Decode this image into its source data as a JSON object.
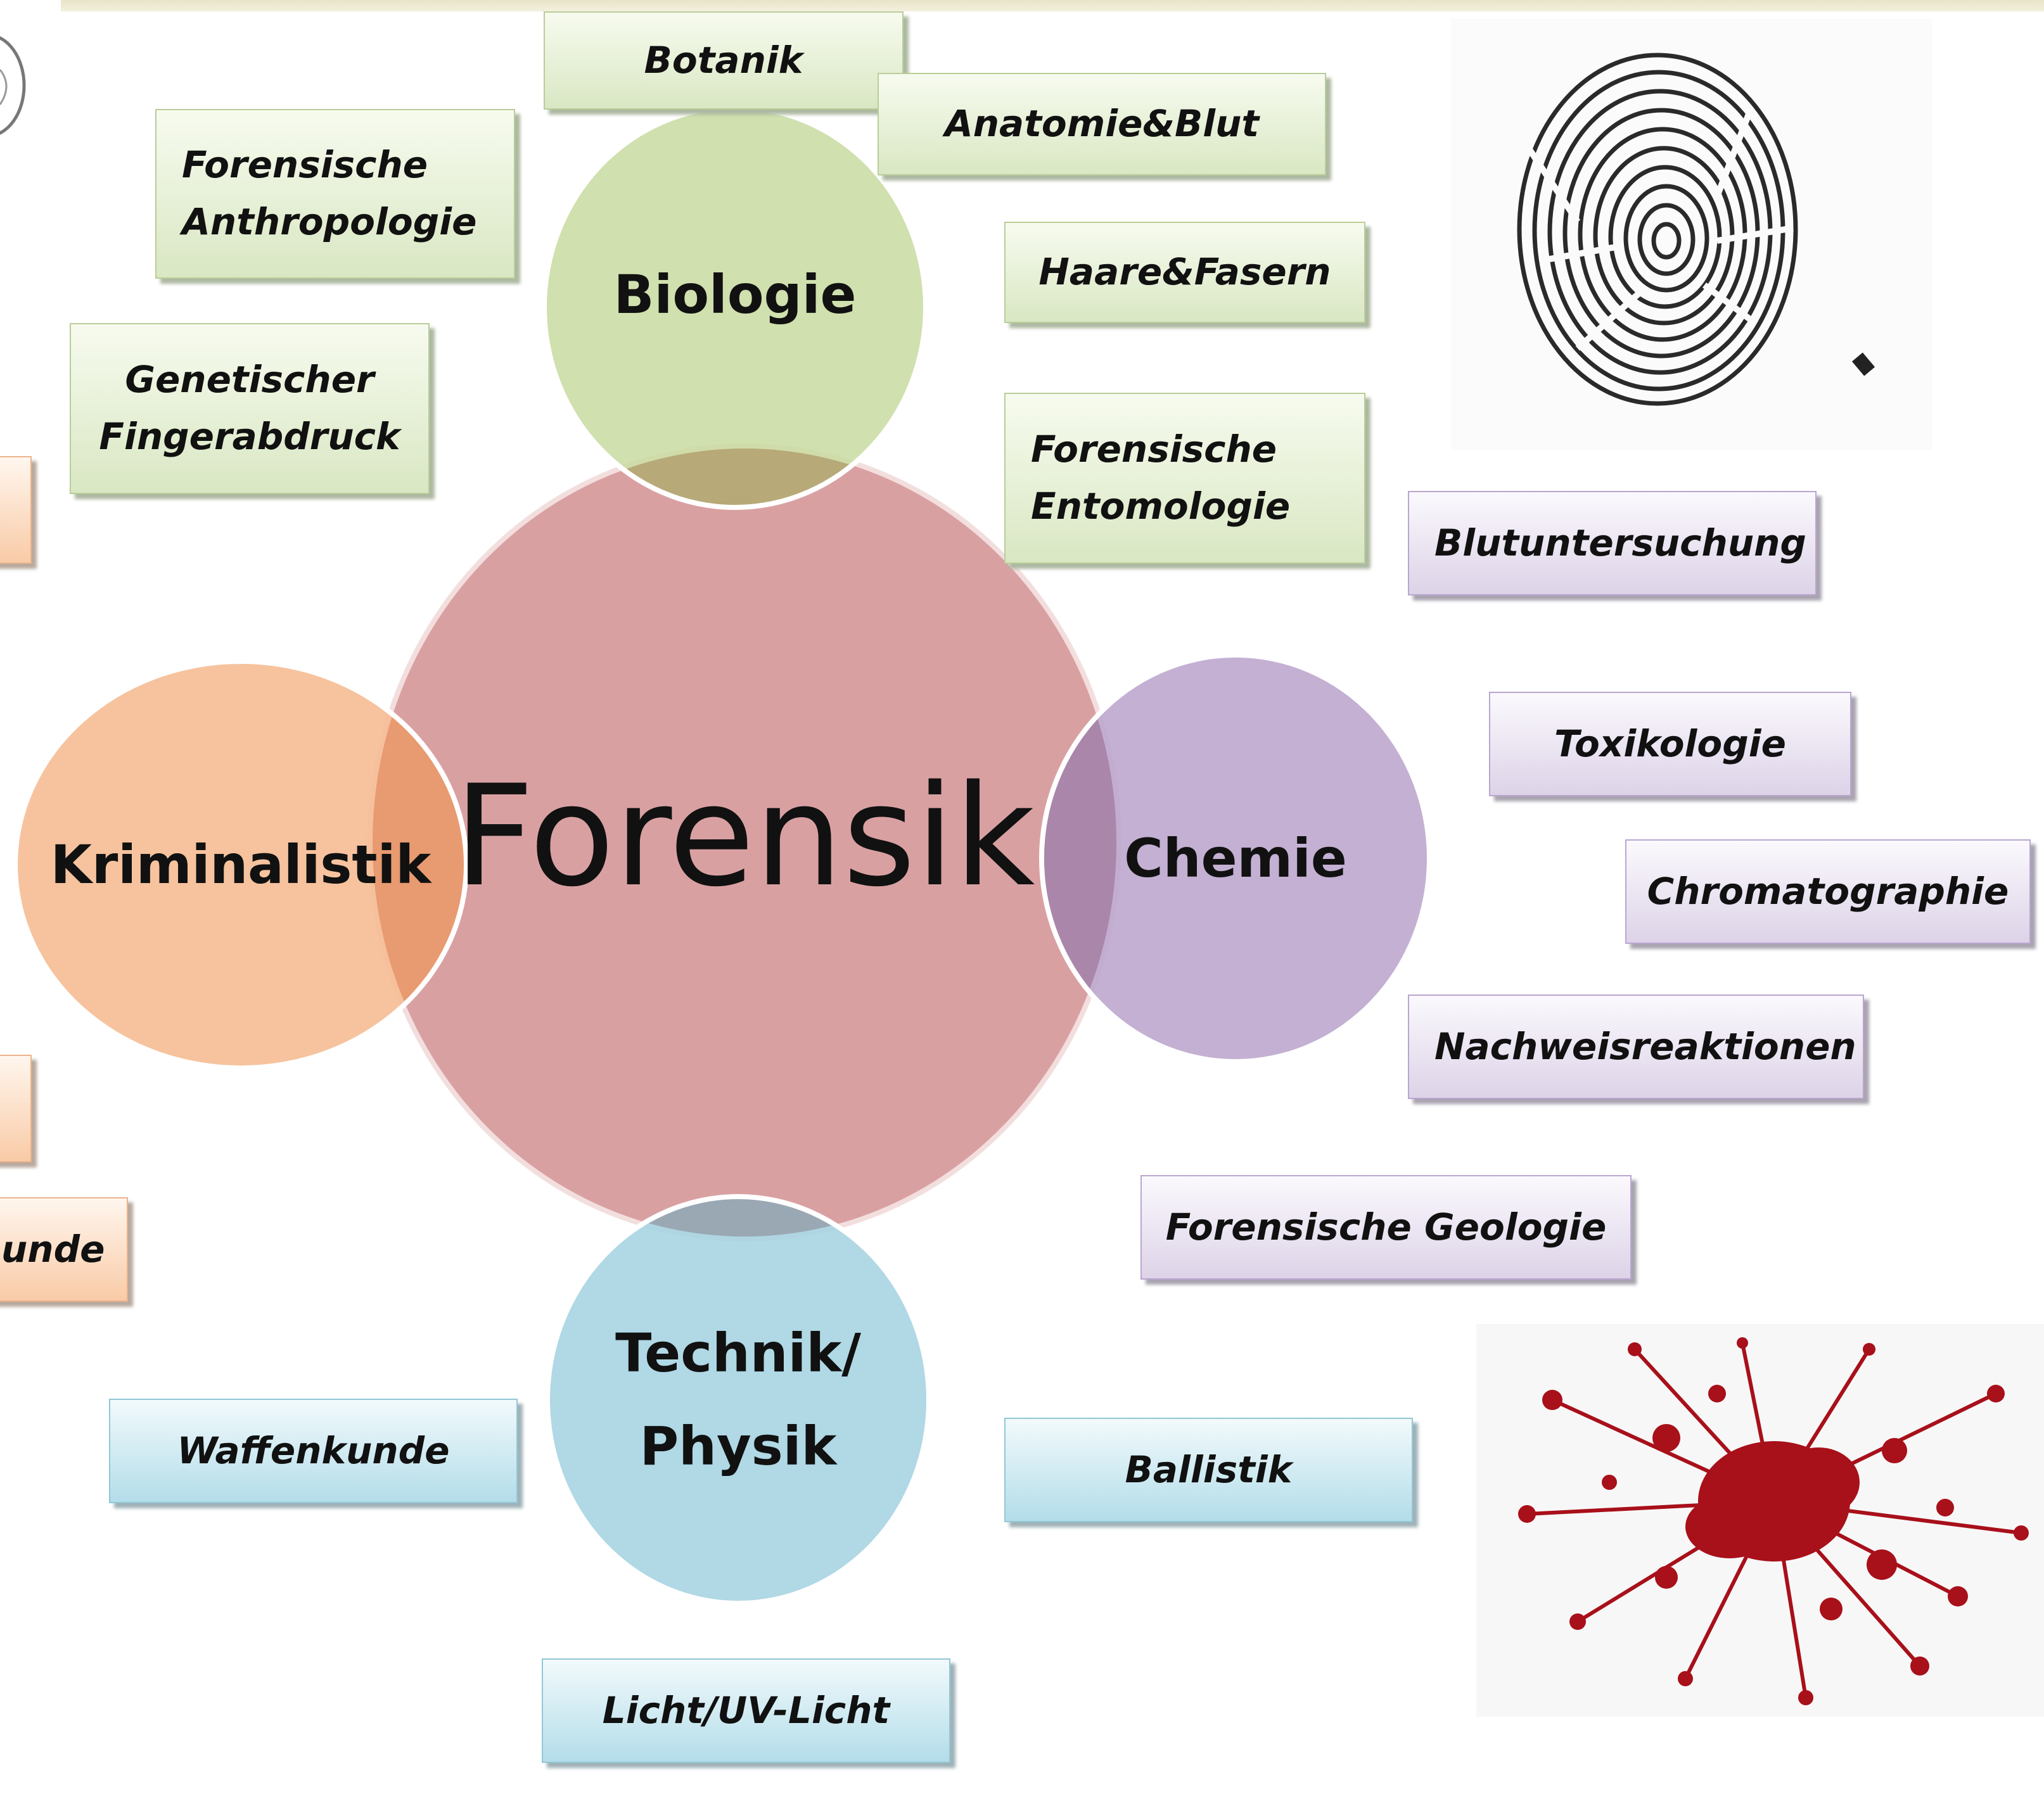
{
  "center_topic": "Forensik",
  "subjects": {
    "biologie": "Biologie",
    "chemie": "Chemie",
    "kriminalistik": "Kriminalistik",
    "technik_line1": "Technik/",
    "technik_line2": "Physik"
  },
  "biology_topics": {
    "botanik": "Botanik",
    "anatomie": "Anatomie&Blut",
    "anthropologie_line1": "Forensische",
    "anthropologie_line2": "Anthropologie",
    "haare": "Haare&Fasern",
    "genetisch_line1": "Genetischer",
    "genetisch_line2": "Fingerabdruck",
    "entomologie_line1": "Forensische",
    "entomologie_line2": "Entomologie"
  },
  "chemistry_topics": {
    "blut": "Blutuntersuchung",
    "toxikologie": "Toxikologie",
    "chromatographie": "Chromatographie",
    "nachweis": "Nachweisreaktionen",
    "geologie": "Forensische Geologie"
  },
  "physics_topics": {
    "waffenkunde": "Waffenkunde",
    "ballistik": "Ballistik",
    "licht": "Licht/UV-Licht"
  },
  "criminalistics_topics": {
    "cut_label": "unde"
  },
  "colors": {
    "forensik": "#d9a0a2",
    "biologie": "#c9dca3",
    "chemie": "#bca7ce",
    "kriminalistik": "#f5bc94",
    "technik": "#a7d4e2",
    "blood": "#a8101a"
  }
}
